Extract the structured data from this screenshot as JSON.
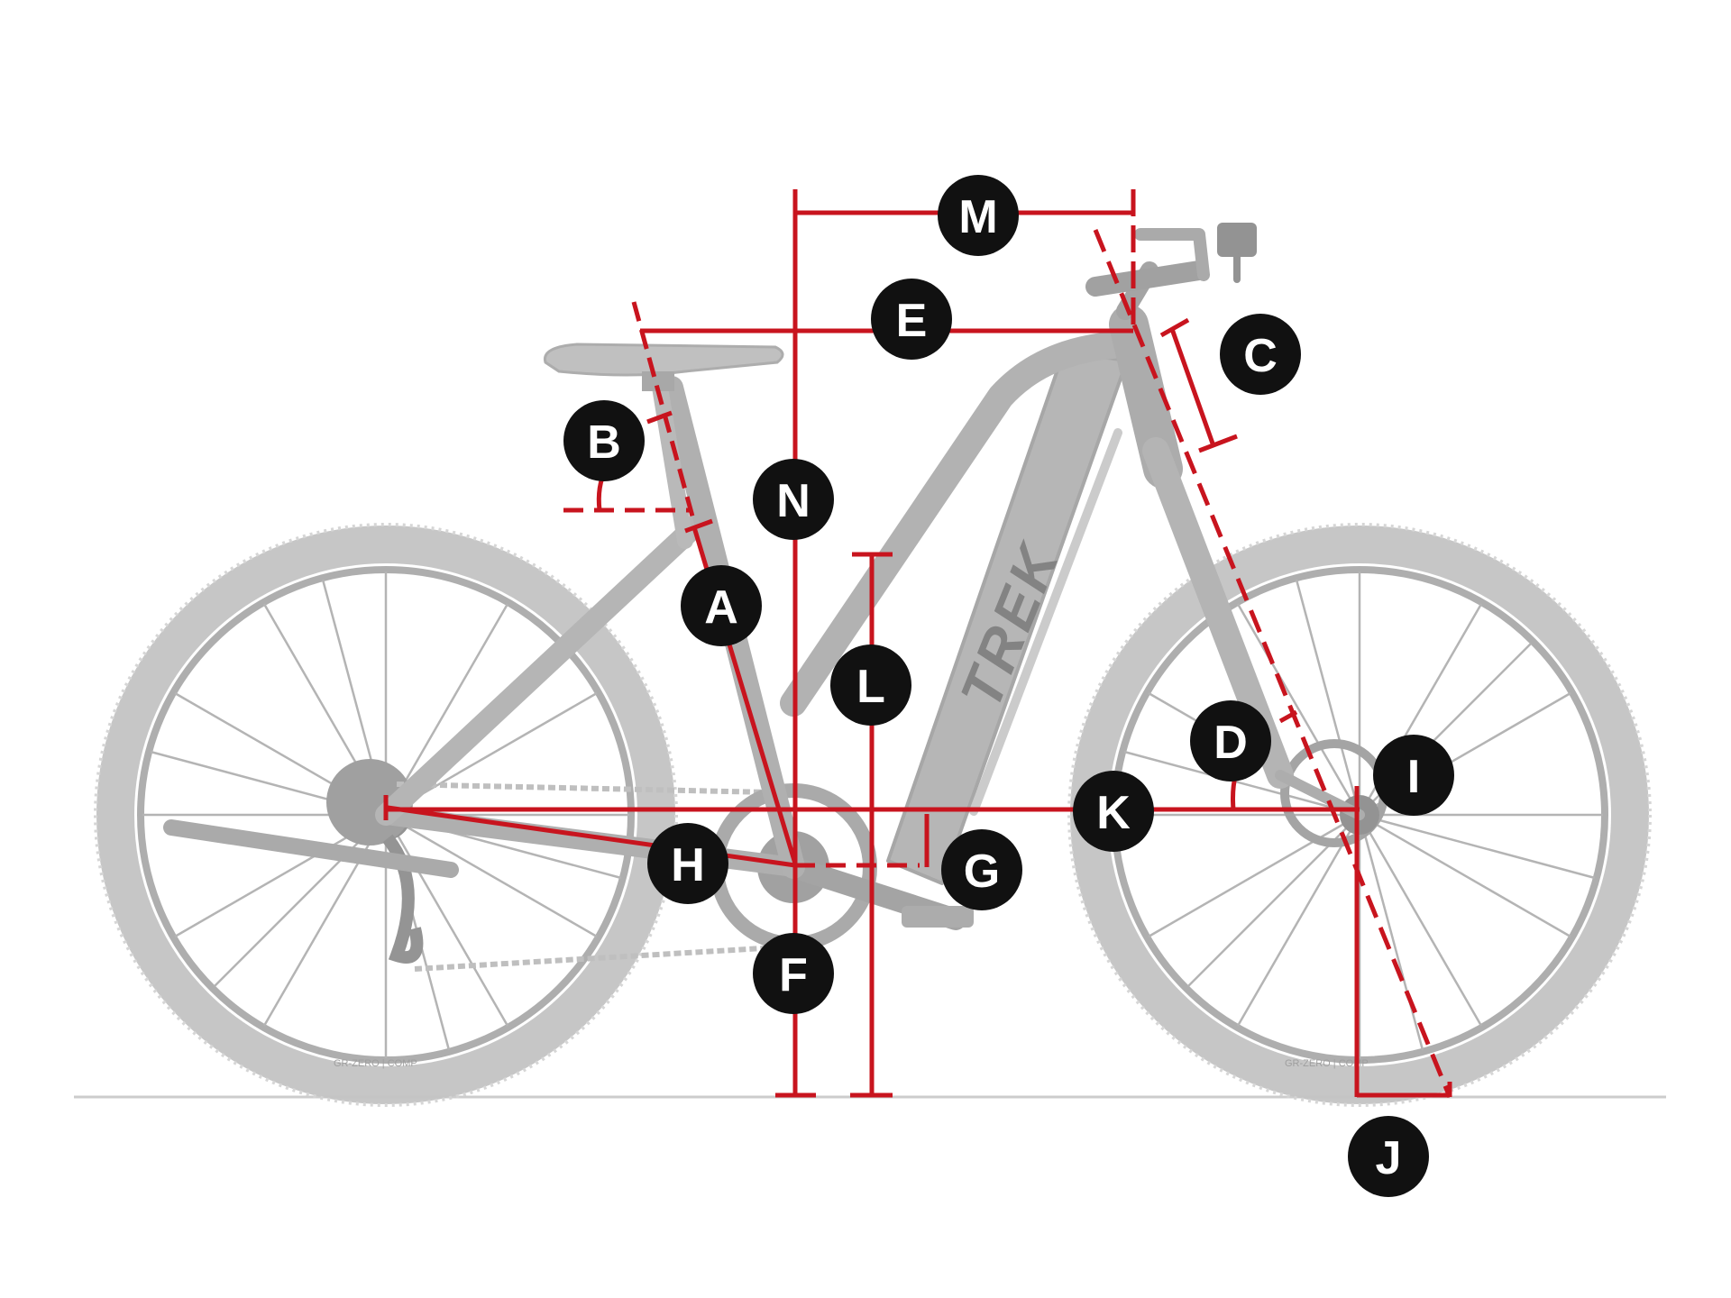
{
  "image": {
    "kind": "bike geometry diagram",
    "colors": {
      "measure_red": "#c8141e",
      "badge_black": "#111111",
      "bike_gray": "#b9b9b9",
      "ground_line": "#cccccc"
    }
  },
  "bike": {
    "frame_logo": "TREK",
    "tire_label": "GR-ZERO | COMP"
  },
  "labels": {
    "A": "A",
    "B": "B",
    "C": "C",
    "D": "D",
    "E": "E",
    "F": "F",
    "G": "G",
    "H": "H",
    "I": "I",
    "J": "J",
    "K": "K",
    "L": "L",
    "M": "M",
    "N": "N"
  }
}
